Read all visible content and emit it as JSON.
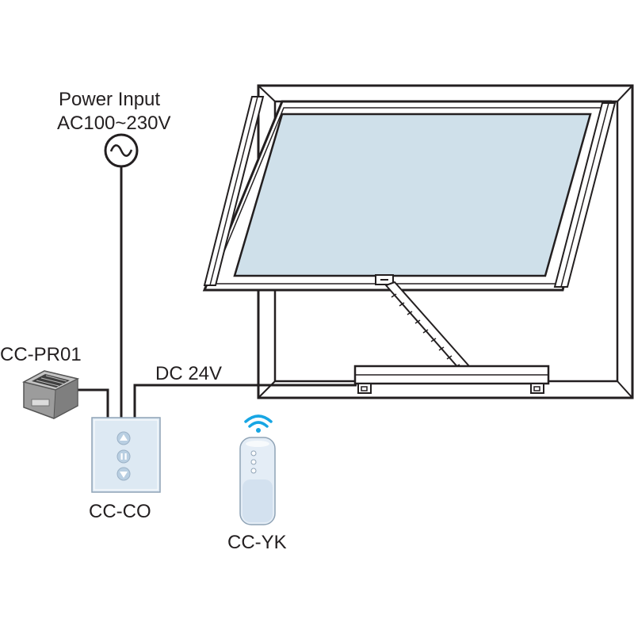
{
  "labels": {
    "power_line1": "Power Input",
    "power_line2": "AC100~230V",
    "sensor": "CC-PR01",
    "voltage": "DC 24V",
    "controller": "CC-CO",
    "remote": "CC-YK"
  },
  "colors": {
    "line": "#231f20",
    "glass": "#cfe0ea",
    "panel": "#dde9f3",
    "panel_button": "#b9cfe2",
    "remote_body": "#e4edf6",
    "sensor_body": "#9a9a9a",
    "wifi": "#17a6e4",
    "frame": "#ffffff"
  },
  "icons": {
    "ac_source": "ac-sine-icon",
    "wifi": "wifi-signal-icon",
    "up": "up-arrow-icon",
    "pause": "pause-icon",
    "down": "down-arrow-icon"
  }
}
